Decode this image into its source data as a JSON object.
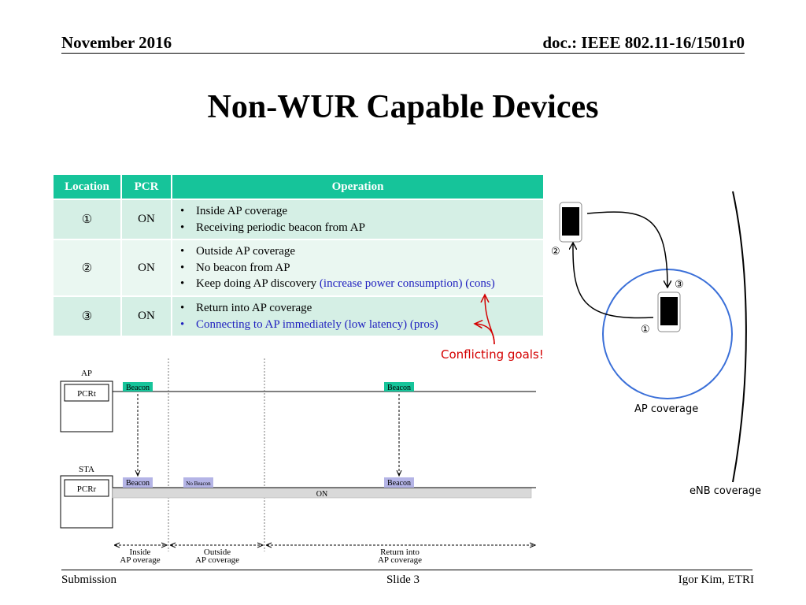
{
  "header": {
    "date": "November 2016",
    "doc": "doc.: IEEE 802.11-16/1501r0"
  },
  "title": "Non-WUR Capable Devices",
  "table": {
    "headers": [
      "Location",
      "PCR",
      "Operation"
    ],
    "rows": [
      {
        "location": "①",
        "pcr": "ON",
        "bullets": [
          "Inside AP coverage",
          "Receiving periodic beacon from AP"
        ]
      },
      {
        "location": "②",
        "pcr": "ON",
        "bullets": [
          "Outside AP coverage",
          "No beacon from AP",
          "Keep doing AP discovery"
        ],
        "note": "(increase power consumption) (cons)"
      },
      {
        "location": "③",
        "pcr": "ON",
        "bullets": [
          "Return into AP coverage",
          "Connecting to AP immediately (low latency) (pros)"
        ]
      }
    ]
  },
  "conflicting_goals": "Conflicting goals!",
  "coverage": {
    "markers": [
      "②",
      "③",
      "①"
    ],
    "ap_coverage": "AP coverage",
    "enb_coverage": "eNB coverage"
  },
  "timeline": {
    "ap_label": "AP",
    "ap_box": "PCRt",
    "sta_label": "STA",
    "sta_box": "PCRr",
    "beacon": "Beacon",
    "no_beacon": "No Beacon",
    "on": "ON",
    "phases": [
      {
        "line1": "Inside",
        "line2": "AP overage"
      },
      {
        "line1": "Outside",
        "line2": "AP coverage"
      },
      {
        "line1": "Return into",
        "line2": "AP coverage"
      }
    ]
  },
  "footer": {
    "left": "Submission",
    "center": "Slide 3",
    "right": "Igor Kim, ETRI"
  },
  "colors": {
    "accent": "#16c49a",
    "beacon_sta": "#b4b4e6",
    "circle": "#3a6fd8",
    "conflict": "#d40000"
  }
}
